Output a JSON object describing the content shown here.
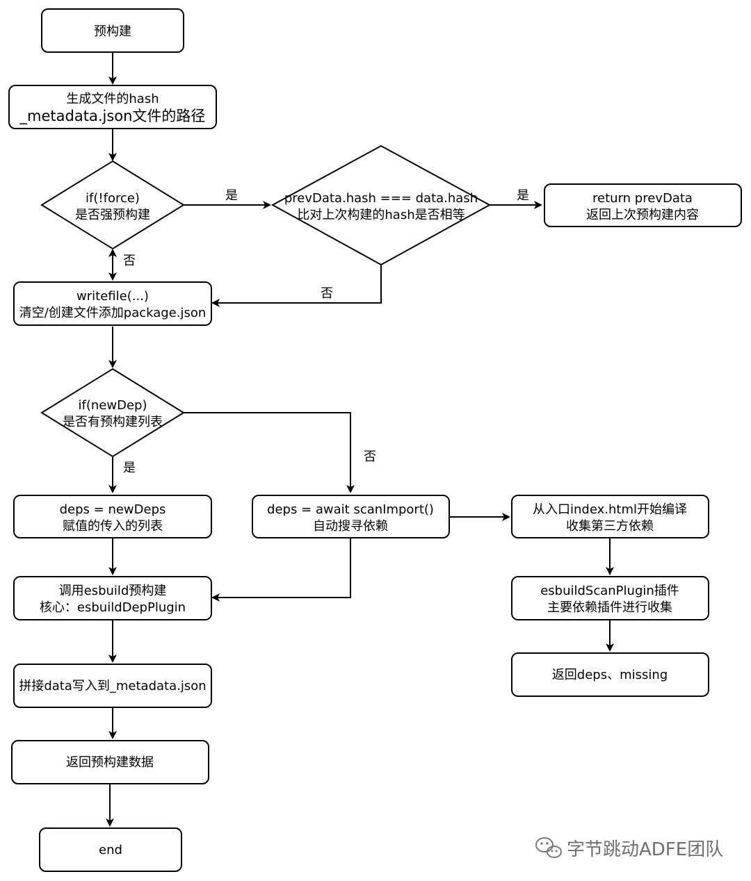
{
  "nodes": {
    "prebuild": [
      "预构建"
    ],
    "gen_hash": [
      "生成文件的hash",
      "_metadata.json文件的路径"
    ],
    "if_force": [
      "if(!force)",
      "是否强预构建"
    ],
    "prev_hash": [
      "prevData.hash === data.hash",
      "比对上次构建的hash是否相等"
    ],
    "return_prev": [
      "return prevData",
      "返回上次预构建内容"
    ],
    "writefile": [
      "writefile(...)",
      "清空/创建文件添加package.json"
    ],
    "if_newdep": [
      "if(newDep)",
      "是否有预构建列表"
    ],
    "deps_new": [
      "deps = newDeps",
      "赋值的传入的列表"
    ],
    "deps_scan": [
      "deps = await scanImport()",
      "自动搜寻依赖"
    ],
    "from_entry": [
      "从入口index.html开始编译",
      "收集第三方依赖"
    ],
    "call_esbuild": [
      "调用esbuild预构建",
      "核心：esbuildDepPlugin"
    ],
    "scan_plugin": [
      "esbuildScanPlugin插件",
      "主要依赖插件进行收集"
    ],
    "write_meta": [
      "拼接data写入到_metadata.json"
    ],
    "return_missing": [
      "返回deps、missing"
    ],
    "return_data": [
      "返回预构建数据"
    ],
    "end": [
      "end"
    ]
  },
  "labels": {
    "yes_force": "是",
    "no_force": "否",
    "yes_hash": "是",
    "no_hash": "否",
    "yes_newdep": "是",
    "no_newdep": "否"
  },
  "watermark": {
    "text": "字节跳动ADFE团队",
    "icon": "wechat-icon"
  }
}
